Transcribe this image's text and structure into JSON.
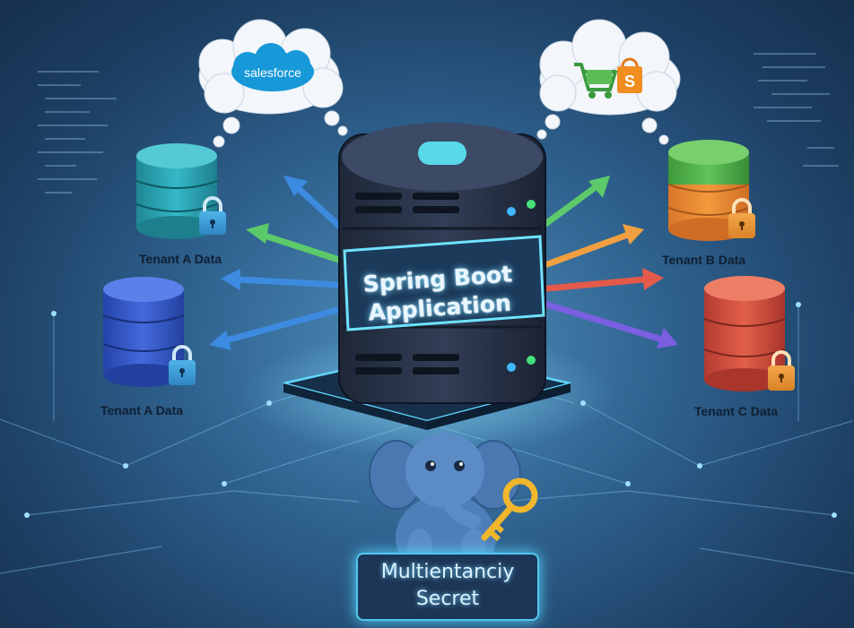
{
  "clouds": {
    "left_logo_text": "salesforce",
    "right_logo_text": "S"
  },
  "server": {
    "line1": "Spring Boot",
    "line2": "Application"
  },
  "tenants": [
    {
      "label": "Tenant A Data",
      "color": "#2fb0bf"
    },
    {
      "label": "Tenant A Data",
      "color": "#3a5fd6"
    },
    {
      "label": "Tenant B Data",
      "color": "#e8962e"
    },
    {
      "label": "Tenant C Data",
      "color": "#d9573f"
    }
  ],
  "secret": {
    "line1": "Multientanciy",
    "line2": "Secret"
  },
  "colors": {
    "background": "#2f628f",
    "glow": "#56d6ff",
    "server_body": "#2a3448",
    "arrow_blue": "#3d8be0",
    "arrow_green": "#5cc96a",
    "arrow_orange": "#f0a040",
    "arrow_red": "#e45a4a",
    "arrow_purple": "#7a5fe0"
  }
}
